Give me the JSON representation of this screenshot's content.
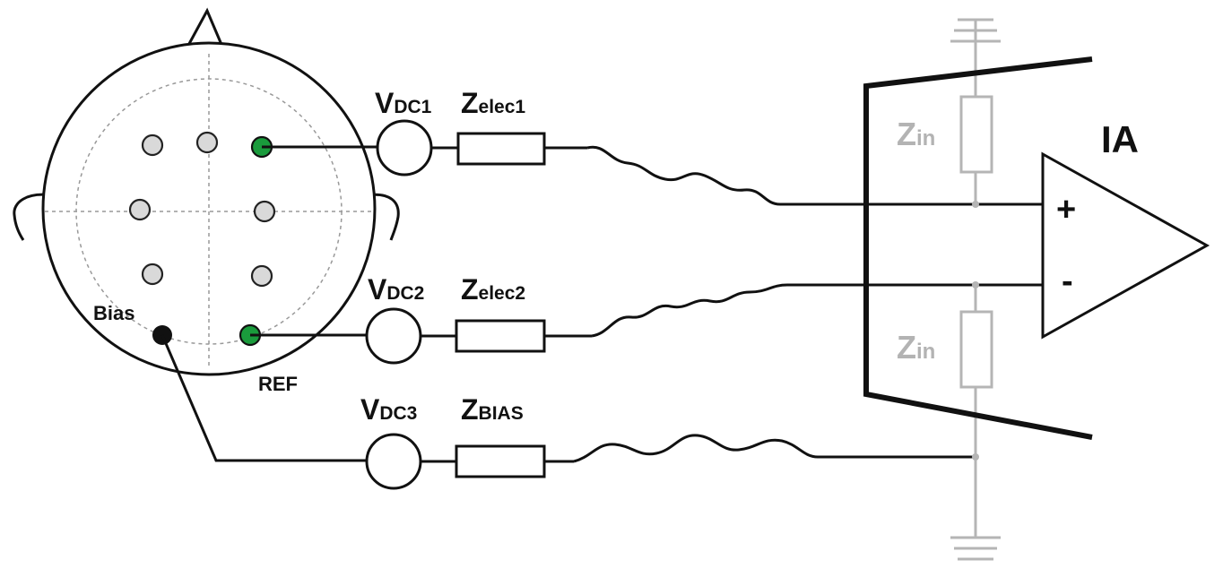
{
  "labels": {
    "vdc1_main": "V",
    "vdc1_sub": "DC1",
    "zelec1_main": "Z",
    "zelec1_sub": "elec1",
    "vdc2_main": "V",
    "vdc2_sub": "DC2",
    "zelec2_main": "Z",
    "zelec2_sub": "elec2",
    "vdc3_main": "V",
    "vdc3_sub": "DC3",
    "zbias_main": "Z",
    "zbias_sub": "BIAS",
    "zin_top_main": "Z",
    "zin_top_sub": "in",
    "zin_bottom_main": "Z",
    "zin_bottom_sub": "in",
    "amplifier": "IA",
    "plus": "+",
    "minus": "-",
    "bias": "Bias",
    "ref": "REF"
  },
  "colors": {
    "line": "#111111",
    "gray_component": "#b5b5b5",
    "passive_electrode": "#d9d9d9",
    "active_electrode": "#1a9b3c",
    "bias_electrode": "#111111"
  }
}
